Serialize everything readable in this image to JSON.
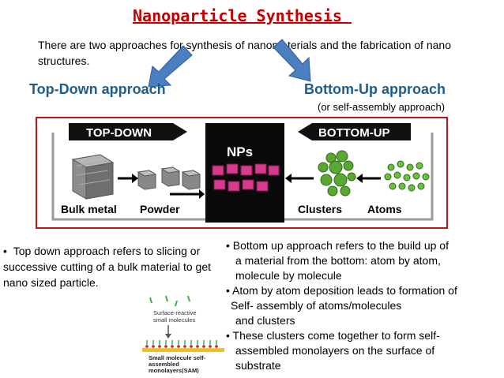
{
  "title": "Nanoparticle Synthesis ",
  "intro": "There are two approaches for synthesis of nanomaterials and the fabrication of nano structures.",
  "top_down_heading": "Top-Down approach",
  "bottom_up_heading": "Bottom-Up approach",
  "bottom_up_subheading": "(or self-assembly approach)",
  "figure": {
    "top_down_banner": "TOP-DOWN",
    "bottom_up_banner": "BOTTOM-UP",
    "center_label": "NPs",
    "labels": [
      "Bulk metal",
      "Powder",
      "Clusters",
      "Atoms"
    ]
  },
  "left_bullet": "Top down approach refers to slicing or successive cutting of a bulk material to get nano sized particle.",
  "right_bullets": [
    {
      "line1": "Bottom up approach refers to the build up of",
      "line2": "a material from the bottom: atom by atom,",
      "line3": "molecule by molecule"
    },
    {
      "line1": "Atom by atom deposition leads to formation of",
      "line2": "Self- assembly of atoms/molecules",
      "line3": "and clusters"
    },
    {
      "line1": "These clusters come together to form self-",
      "line2": "assembled monolayers  on the surface of",
      "line3": "substrate"
    }
  ],
  "sam": {
    "top_label_1": "Surface-reactive",
    "top_label_2": "small molecules",
    "bottom_label_1": "Small molecule self-",
    "bottom_label_2": "assembled",
    "bottom_label_3": "monolayers(SAM)"
  },
  "colors": {
    "title": "#c00000",
    "heading": "#1f5c8c",
    "arrow": "#4a7fc1",
    "figure_border": "#b11a1a",
    "np_cube": "#d93a8c",
    "cluster": "#5aa832"
  }
}
